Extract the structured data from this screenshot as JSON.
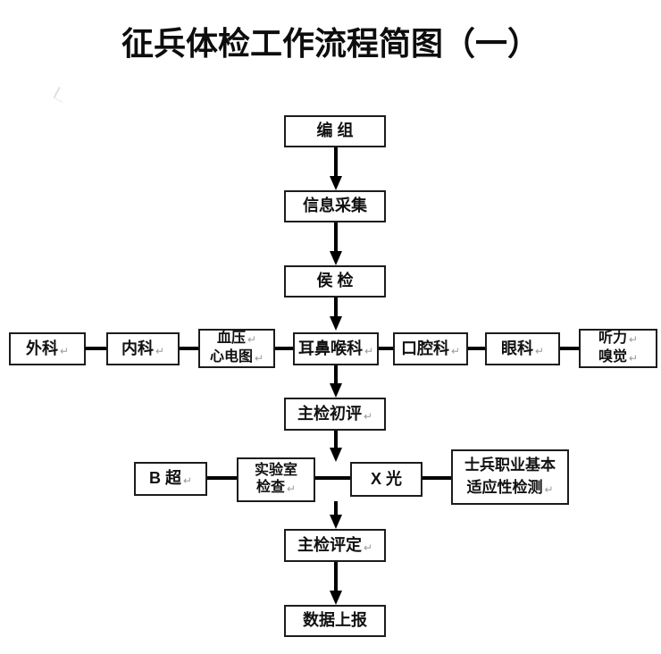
{
  "title": "征兵体检工作流程简图（一）",
  "meta": {
    "return_glyph": "↵"
  },
  "colors": {
    "line": "#000000",
    "border": "#1c1c1c",
    "text": "#111111",
    "mark": "#9a9a9a",
    "background": "#ffffff"
  },
  "nodes": {
    "bianzu": {
      "lines": [
        {
          "text": "编 组",
          "mark": false
        }
      ]
    },
    "xinxicaiji": {
      "lines": [
        {
          "text": "信息采集",
          "mark": false
        }
      ]
    },
    "houjian": {
      "lines": [
        {
          "text": "侯 检",
          "mark": false
        }
      ]
    },
    "waike": {
      "lines": [
        {
          "text": "外科",
          "mark": true
        }
      ]
    },
    "neike": {
      "lines": [
        {
          "text": "内科",
          "mark": true
        }
      ]
    },
    "xueyaxindiantu": {
      "lines": [
        {
          "text": "血压",
          "mark": true
        },
        {
          "text": "心电图",
          "mark": true
        }
      ]
    },
    "erbihouke": {
      "lines": [
        {
          "text": "耳鼻喉科",
          "mark": true
        }
      ]
    },
    "kouqiangke": {
      "lines": [
        {
          "text": "口腔科",
          "mark": true
        }
      ]
    },
    "yanke": {
      "lines": [
        {
          "text": "眼科",
          "mark": true
        }
      ]
    },
    "tinglixiujue": {
      "lines": [
        {
          "text": "听力",
          "mark": true
        },
        {
          "text": "嗅觉",
          "mark": true
        }
      ]
    },
    "zhujianchuping": {
      "lines": [
        {
          "text": "主检初评",
          "mark": true
        }
      ]
    },
    "bchao": {
      "lines": [
        {
          "text": "B 超",
          "mark": true
        }
      ]
    },
    "shiyanshi": {
      "lines": [
        {
          "text": "实验室",
          "mark": false
        },
        {
          "text": "检查",
          "mark": true
        }
      ]
    },
    "xguang": {
      "lines": [
        {
          "text": "X 光",
          "mark": false
        }
      ]
    },
    "shibingzhiye": {
      "lines": [
        {
          "text": "士兵职业基本",
          "mark": false
        },
        {
          "text": "适应性检测",
          "mark": true
        }
      ]
    },
    "zhujianpingding": {
      "lines": [
        {
          "text": "主检评定",
          "mark": true
        }
      ]
    },
    "shujushangbao": {
      "lines": [
        {
          "text": "数据上报",
          "mark": false
        }
      ]
    }
  }
}
